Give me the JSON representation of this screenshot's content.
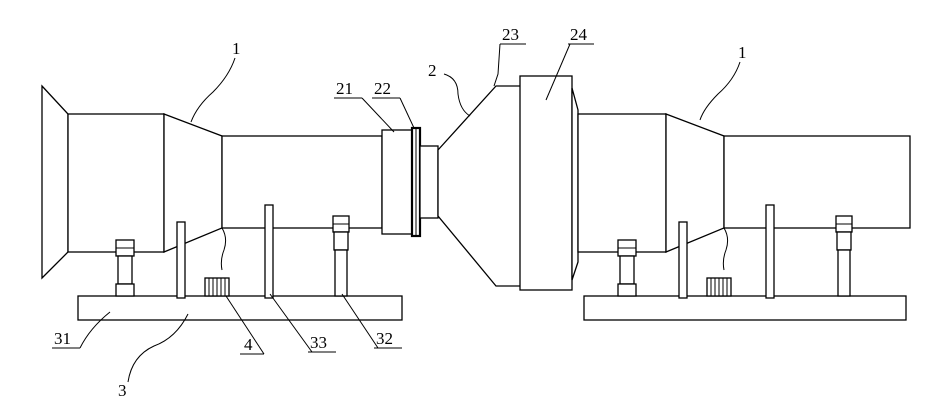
{
  "labels": {
    "l1_left": "1",
    "l1_right": "1",
    "l2": "2",
    "l3": "3",
    "l4": "4",
    "l21": "21",
    "l22": "22",
    "l23": "23",
    "l24": "24",
    "l31": "31",
    "l32": "32",
    "l33": "33"
  }
}
